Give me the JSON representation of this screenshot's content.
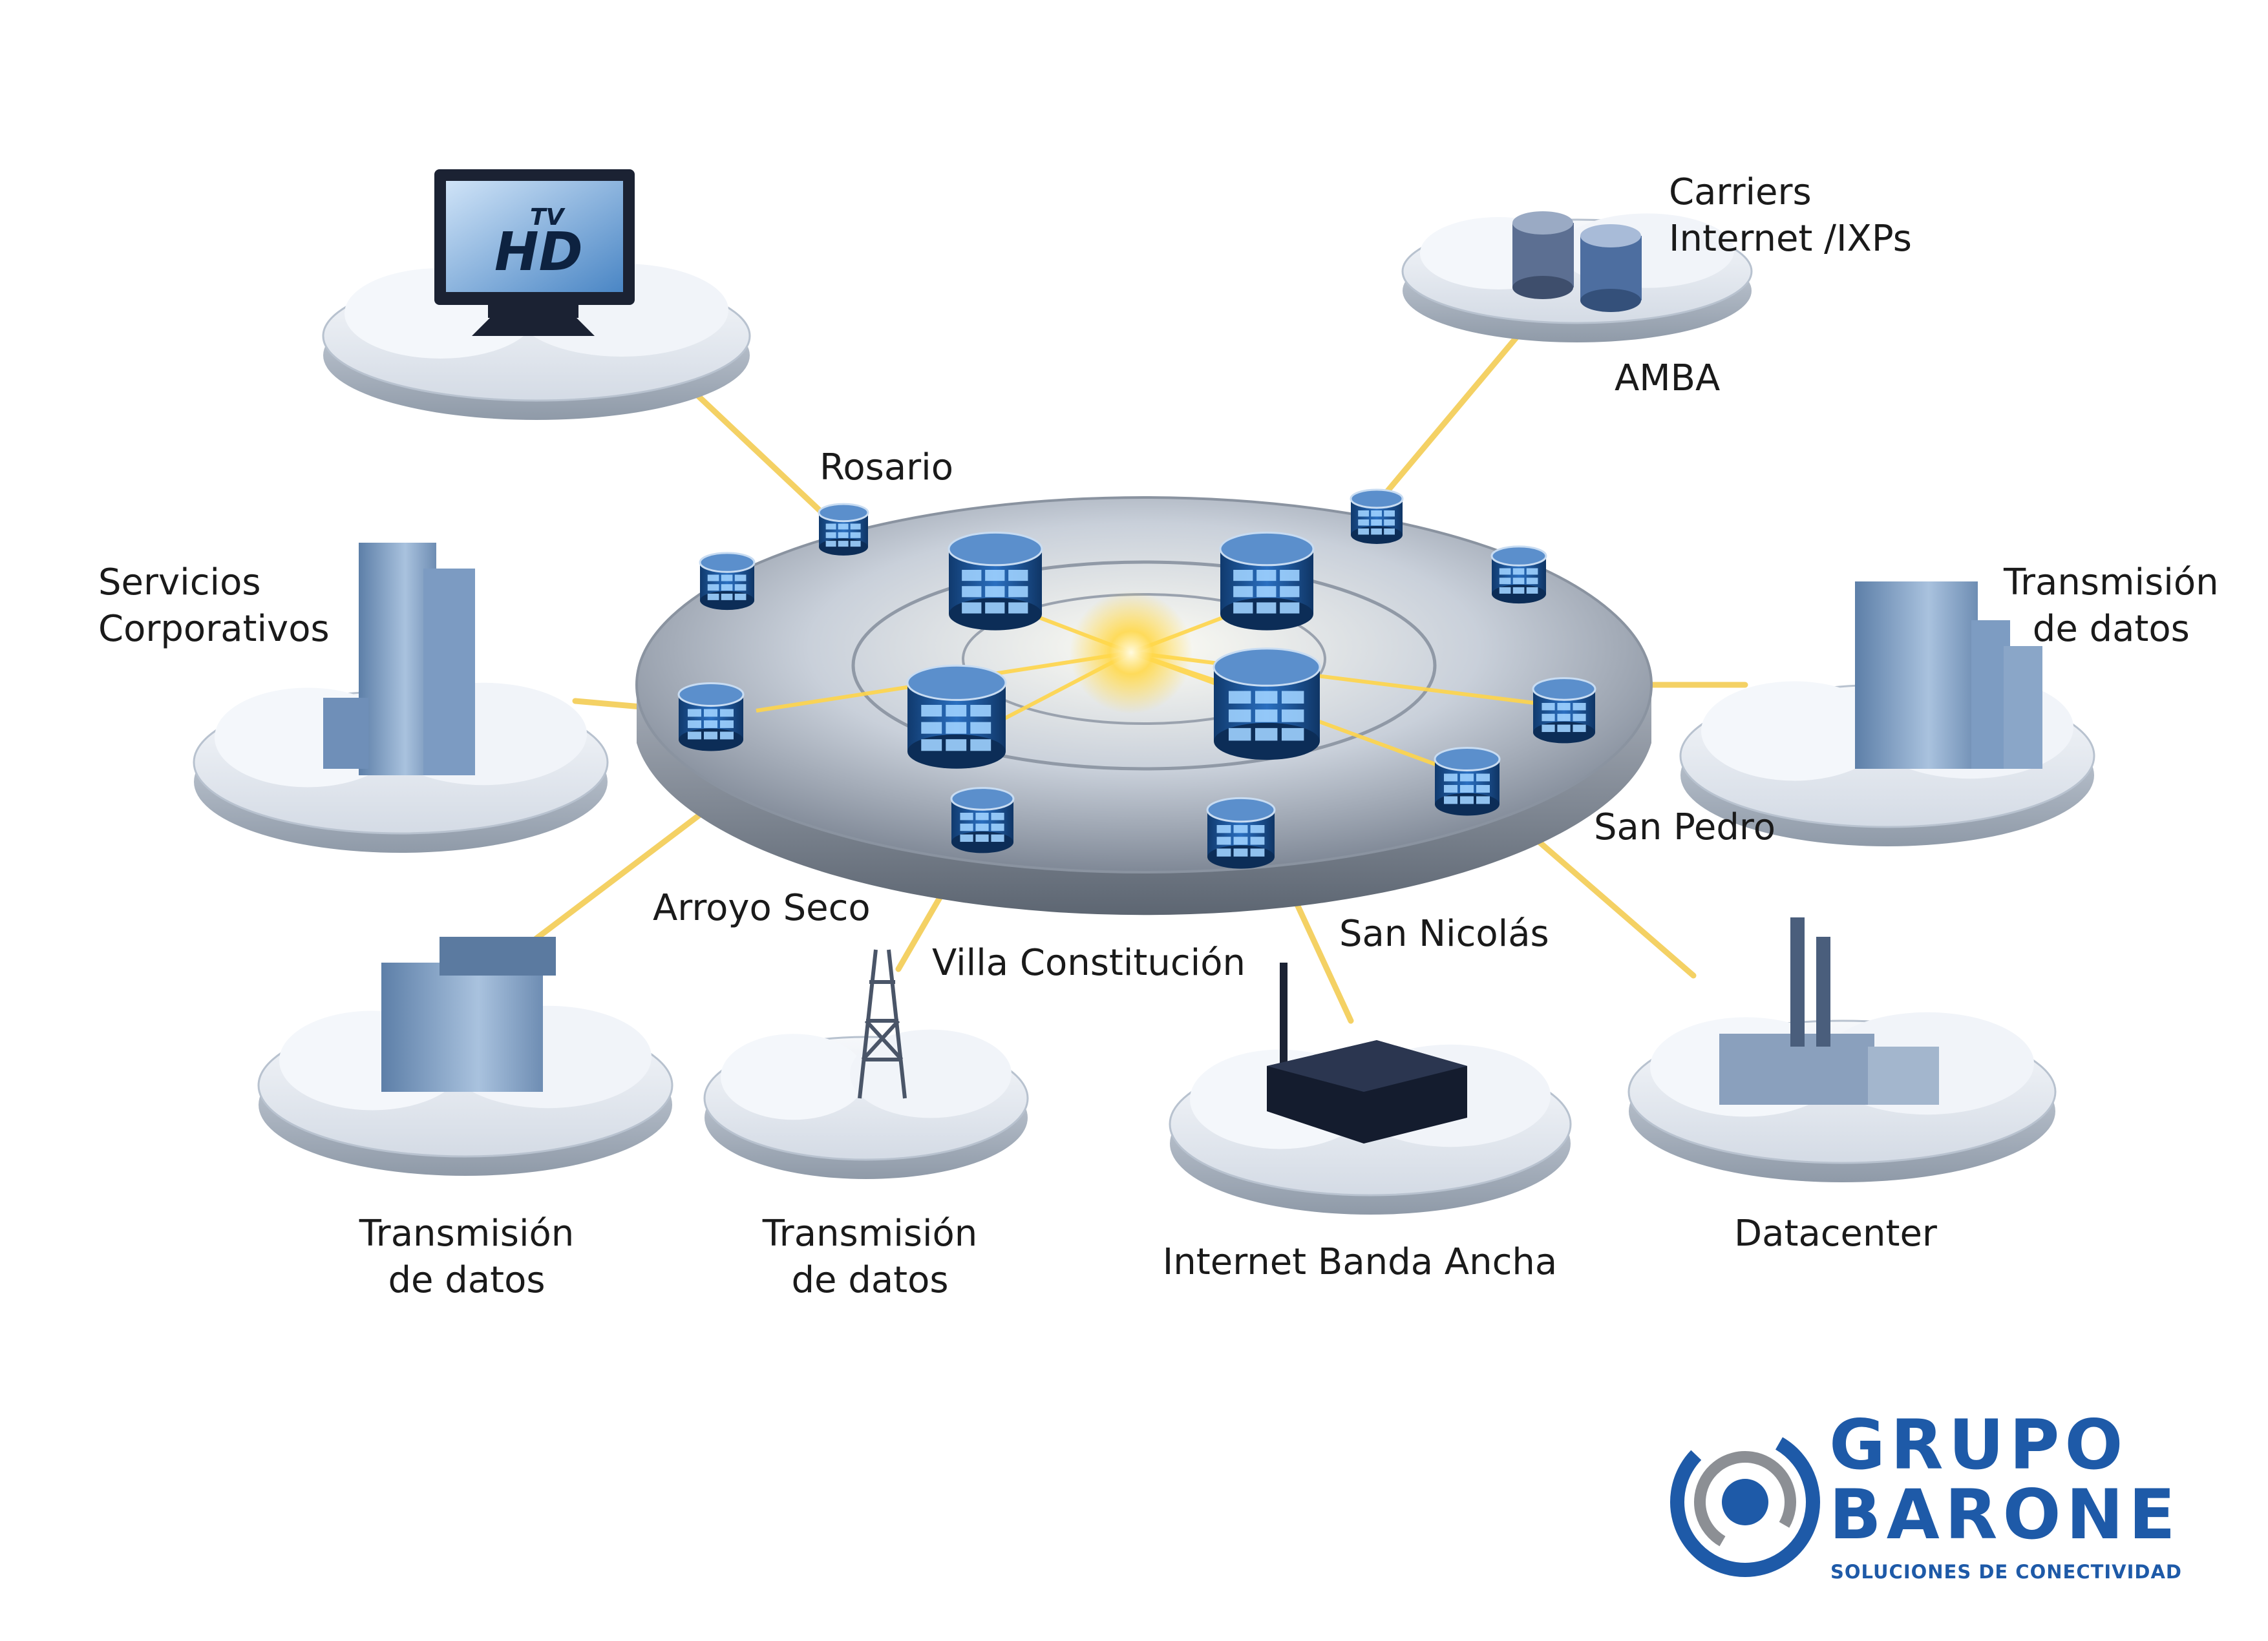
{
  "nodes": {
    "rosario": "Rosario",
    "amba": "AMBA",
    "arroyo_seco": "Arroyo Seco",
    "villa_constitucion": "Villa Constitución",
    "san_nicolas": "San Nicolás",
    "san_pedro": "San Pedro"
  },
  "services": {
    "carriers": [
      "Carriers",
      "Internet /IXPs"
    ],
    "servicios_corporativos": [
      "Servicios",
      "Corporativos"
    ],
    "transmision_right": [
      "Transmisión",
      "de datos"
    ],
    "transmision_bottom_left": [
      "Transmisión",
      "de datos"
    ],
    "transmision_tower": [
      "Transmisión",
      "de datos"
    ],
    "internet_banda_ancha": "Internet Banda Ancha",
    "datacenter": "Datacenter"
  },
  "tv_icon": {
    "small": "TV",
    "large": "HD"
  },
  "logo": {
    "line1": "GRUPO",
    "line2": "BARONE",
    "tagline": "SOLUCIONES DE CONECTIVIDAD"
  },
  "colors": {
    "brand_blue": "#1e5aa8",
    "link_glow": "#f5c542",
    "server_blue": "#2a6fc0",
    "cloud": "#e8eef5"
  }
}
